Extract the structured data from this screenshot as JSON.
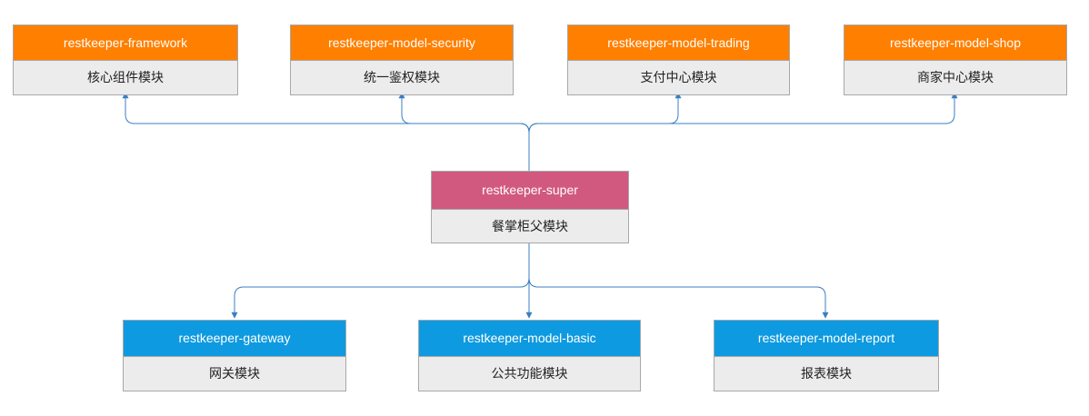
{
  "colors": {
    "top": "#ff7f00",
    "center": "#d1597f",
    "bottom": "#0e9ae0",
    "edge": "#3a7fc0"
  },
  "center": {
    "name": "restkeeper-super",
    "desc": "餐掌柜父模块"
  },
  "top_modules": [
    {
      "name": "restkeeper-framework",
      "desc": "核心组件模块"
    },
    {
      "name": "restkeeper-model-security",
      "desc": "统一鉴权模块"
    },
    {
      "name": "restkeeper-model-trading",
      "desc": "支付中心模块"
    },
    {
      "name": "restkeeper-model-shop",
      "desc": "商家中心模块"
    }
  ],
  "bottom_modules": [
    {
      "name": "restkeeper-gateway",
      "desc": "网关模块"
    },
    {
      "name": "restkeeper-model-basic",
      "desc": "公共功能模块"
    },
    {
      "name": "restkeeper-model-report",
      "desc": "报表模块"
    }
  ]
}
